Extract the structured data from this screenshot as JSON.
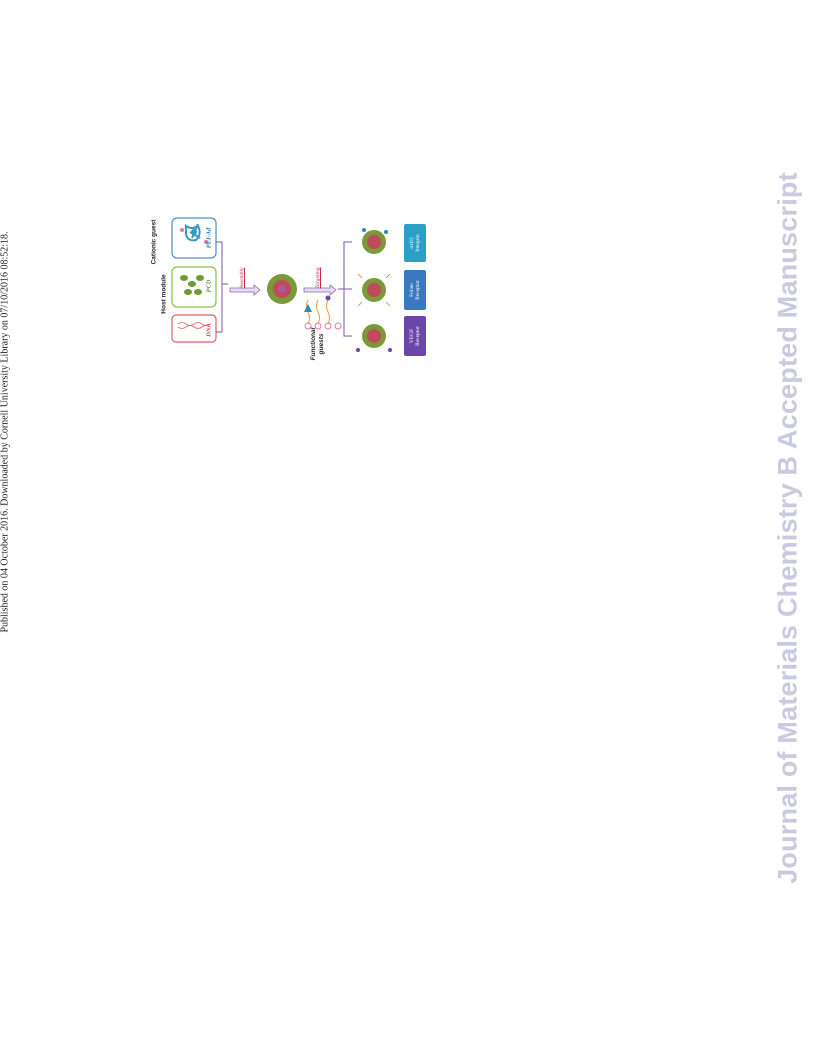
{
  "side_notice": "Published on 04 October 2016. Downloaded by Cornell University Library on 07/10/2016 08:52:18.",
  "watermark": "Journal of Materials Chemistry B Accepted Manuscript",
  "figure": {
    "labels": {
      "cationic_guest": "Cationic guest",
      "host_module": "Host module",
      "pei_ad": "PEI-Ad",
      "pcd": "PCD",
      "dna": "DNA",
      "assembly": "Assembly",
      "targeting": "Targeting",
      "functional": "Functional",
      "guests": "guests",
      "integrin_line1": "αvβ3",
      "integrin_line2": "Integrin",
      "folate_line1": "Folate",
      "folate_line2": "Receptor",
      "vegf_line1": "VEGF",
      "vegf_line2": "Receptor"
    },
    "colors": {
      "pei_border": "#4a90c8",
      "pcd_border": "#8cbf4a",
      "dna_border": "#e06070",
      "integrin_box": "#2aa0c8",
      "folate_box": "#3a78c0",
      "vegf_box": "#6a48a8",
      "nanoparticle_shell": "#7a9a3a",
      "nanoparticle_core": "#c04a5a"
    }
  }
}
